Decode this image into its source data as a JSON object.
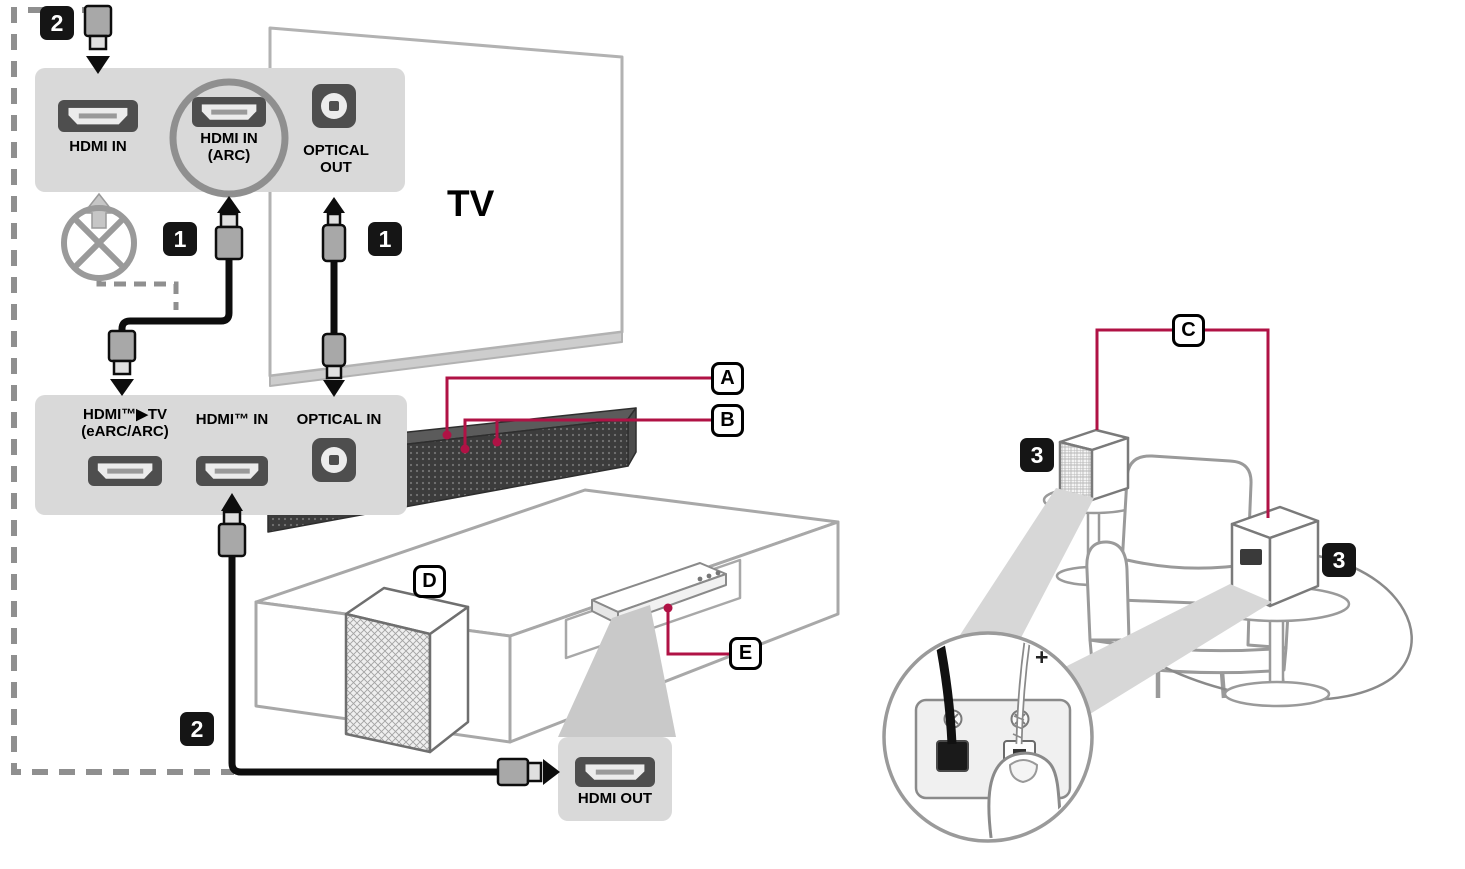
{
  "colors": {
    "accent": "#b01245",
    "panel": "#d9d9d9"
  },
  "badges": {
    "step1": "1",
    "step2": "2",
    "step3": "3"
  },
  "markers": {
    "a": "A",
    "b": "B",
    "c": "C",
    "d": "D",
    "e": "E"
  },
  "tv": {
    "label": "TV",
    "ports": {
      "hdmi_in": "HDMI IN",
      "hdmi_in_arc_line1": "HDMI IN",
      "hdmi_in_arc_line2": "(ARC)",
      "optical_out_line1": "OPTICAL",
      "optical_out_line2": "OUT"
    }
  },
  "soundbar": {
    "ports": {
      "hdmi_tv_line1": "HDMI™▶TV",
      "hdmi_tv_line2": "(eARC/ARC)",
      "hdmi_in": "HDMI™ IN",
      "optical_in": "OPTICAL IN"
    }
  },
  "device": {
    "port": "HDMI OUT"
  },
  "magnifier": {
    "polarity": "+"
  }
}
